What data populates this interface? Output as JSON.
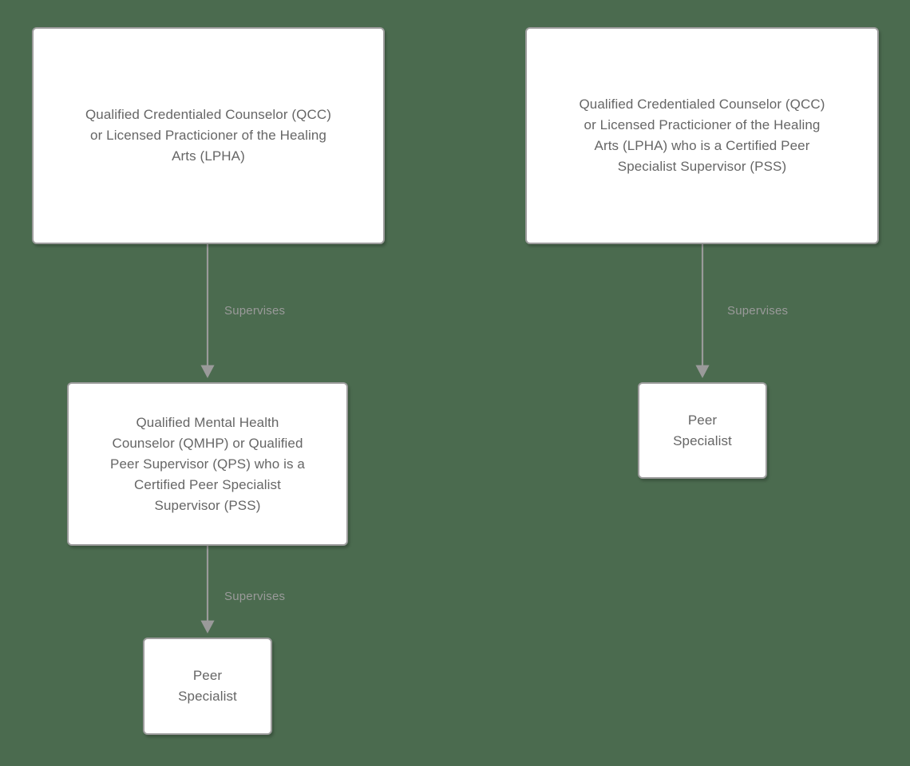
{
  "diagram": {
    "type": "flowchart",
    "background_color": "#4b6b4f",
    "node_fill_color": "#ffffff",
    "node_border_color": "#9c9c9c",
    "node_text_color": "#666666",
    "edge_color": "#9a9a9a",
    "edge_label_color": "#9a9a9a",
    "nodes": [
      {
        "id": "qcc-lpha",
        "label": "Qualified Credentialed Counselor (QCC)\nor Licensed Practicioner of the Healing\nArts (LPHA)"
      },
      {
        "id": "qcc-lpha-pss",
        "label": "Qualified Credentialed Counselor (QCC)\nor Licensed Practicioner of the Healing\nArts (LPHA) who is a Certified Peer\nSpecialist Supervisor (PSS)"
      },
      {
        "id": "qmhp-qps-pss",
        "label": "Qualified Mental Health\nCounselor (QMHP) or Qualified\nPeer Supervisor (QPS) who is a\nCertified Peer Specialist\nSupervisor (PSS)"
      },
      {
        "id": "peer-specialist-1",
        "label": "Peer\nSpecialist"
      },
      {
        "id": "peer-specialist-2",
        "label": "Peer\nSpecialist"
      }
    ],
    "edges": [
      {
        "id": "edge-1",
        "from": "qcc-lpha",
        "to": "qmhp-qps-pss",
        "label": "Supervises"
      },
      {
        "id": "edge-2",
        "from": "qmhp-qps-pss",
        "to": "peer-specialist-1",
        "label": "Supervises"
      },
      {
        "id": "edge-3",
        "from": "qcc-lpha-pss",
        "to": "peer-specialist-2",
        "label": "Supervises"
      }
    ]
  }
}
